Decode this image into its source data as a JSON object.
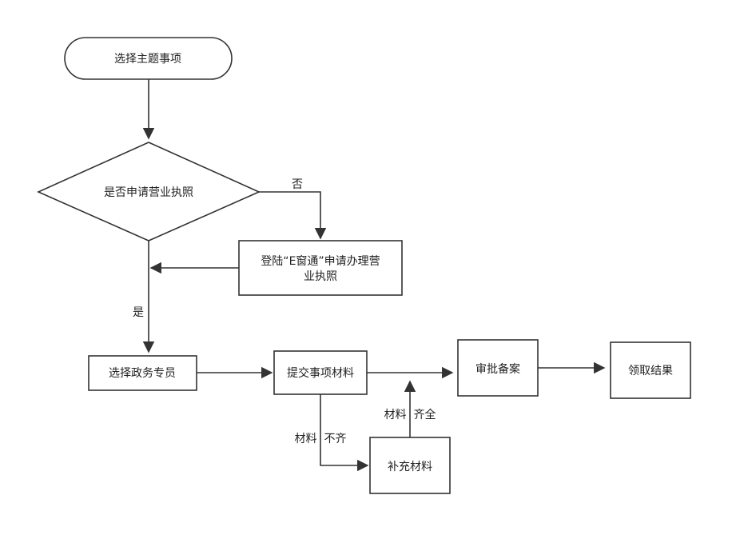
{
  "nodes": {
    "select_topic": "选择主题事项",
    "apply_license_q": "是否申请营业执照",
    "login_line1": "登陆“E窗通”申请办理营",
    "login_line2": "业执照",
    "select_staff": "选择政务专员",
    "submit_materials": "提交事项材料",
    "approve": "审批备案",
    "get_result": "领取结果",
    "supplement": "补充材料"
  },
  "edges": {
    "no": "否",
    "yes": "是",
    "incomplete": "材料  不齐",
    "complete": "材料  齐全"
  }
}
